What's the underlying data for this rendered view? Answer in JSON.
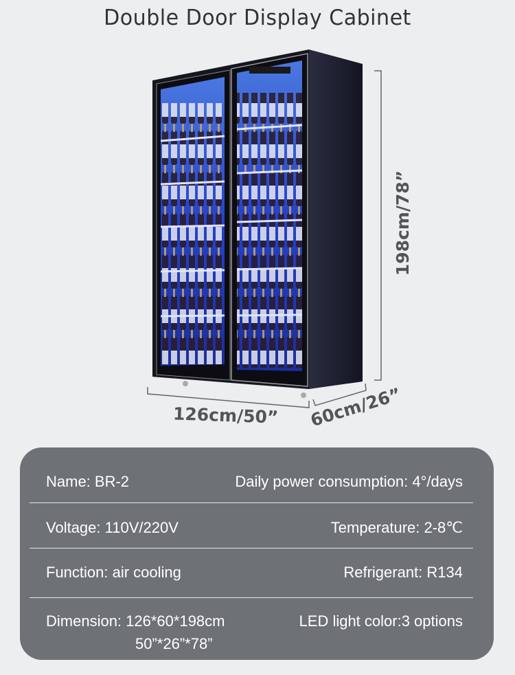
{
  "title": "Double Door Display Cabinet",
  "dimensions": {
    "height_label": "198cm/78”",
    "width_label": "126cm/50”",
    "depth_label": "60cm/26”"
  },
  "specs": {
    "rows": [
      {
        "left": "Name: BR-2",
        "right": "Daily power consumption: 4°/days"
      },
      {
        "left": "Voltage: 110V/220V",
        "right": "Temperature: 2-8℃"
      },
      {
        "left": "Function: air cooling",
        "right": "Refrigerant: R134"
      },
      {
        "left": "Dimension: 126*60*198cm",
        "left_line2": "50”*26”*78”",
        "right": "LED light color:3 options"
      }
    ]
  },
  "colors": {
    "background": "#edeef0",
    "panel": "#6e7175",
    "cabinet_body": "#1b1d2e",
    "interior_light": "#2a4fd8"
  }
}
